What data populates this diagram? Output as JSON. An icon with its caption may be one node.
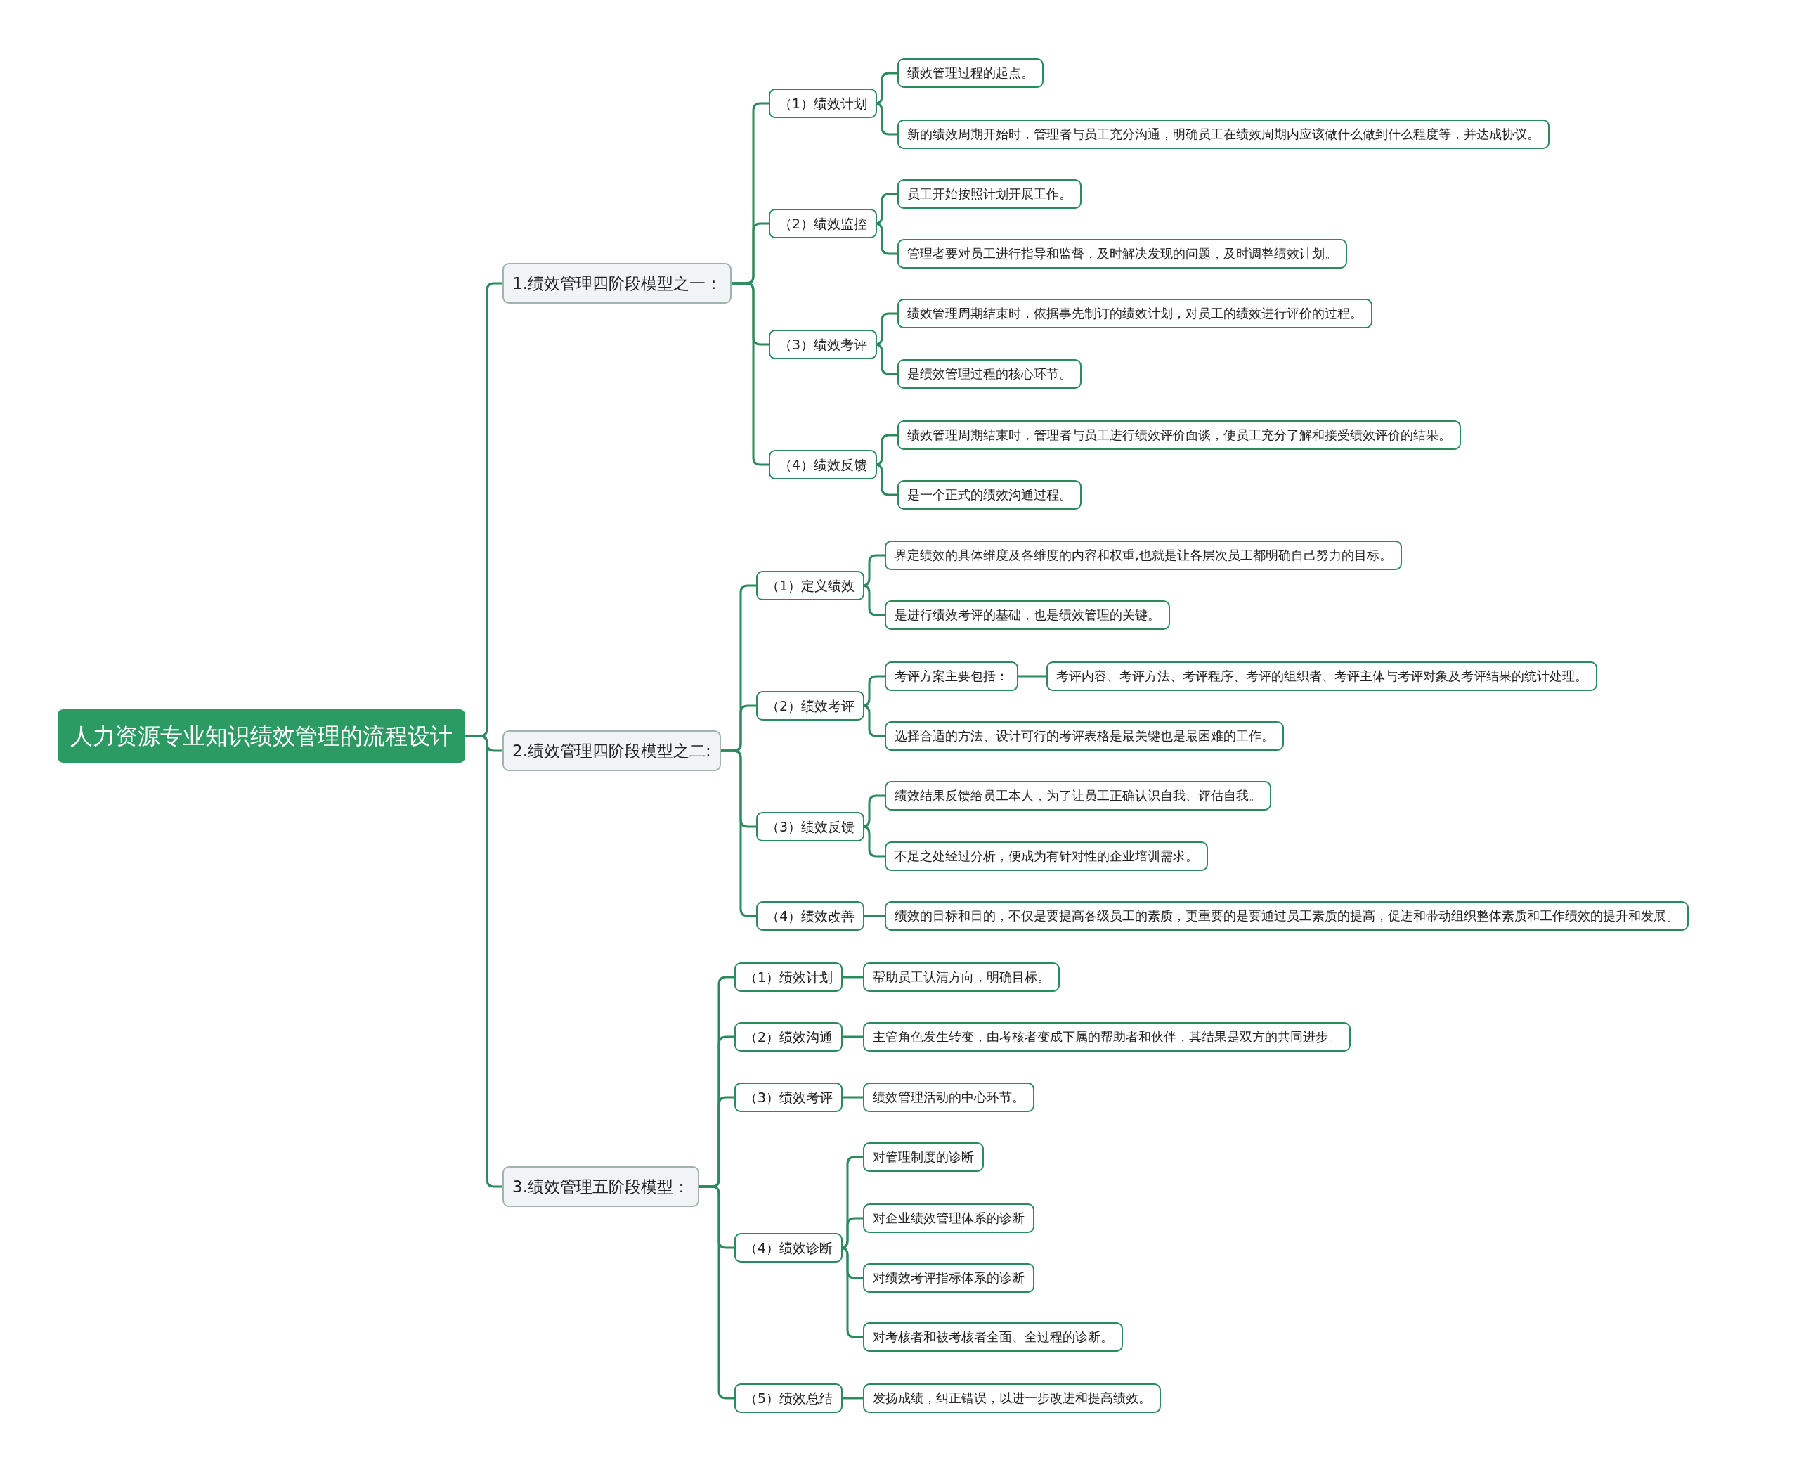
{
  "diagram": {
    "nodes": [
      {
        "text": [
          "人力资源专业知识绩效管理的流程设计"
        ]
      },
      {
        "text": [
          "1.绩效管理四阶段模型之一："
        ]
      },
      {
        "text": [
          "（1）绩效计划"
        ]
      },
      {
        "text": [
          "绩效管理过程的起点。"
        ]
      },
      {
        "text": [
          "新的绩效周期开始时，管理者与员工充分沟通，明确员工在绩效周期内应该做什么做到什么程度等，并达成协议。"
        ]
      },
      {
        "text": [
          "（2）绩效监控"
        ]
      },
      {
        "text": [
          "员工开始按照计划开展工作。"
        ]
      },
      {
        "text": [
          "管理者要对员工进行指导和监督，及时解决发现的问题，及时调整绩效计划。"
        ]
      },
      {
        "text": [
          "（3）绩效考评"
        ]
      },
      {
        "text": [
          "绩效管理周期结束时，依据事先制订的绩效计划，对员工的绩效进行评价的过程。"
        ]
      },
      {
        "text": [
          "是绩效管理过程的核心环节。"
        ]
      },
      {
        "text": [
          "（4）绩效反馈"
        ]
      },
      {
        "text": [
          "绩效管理周期结束时，管理者与员工进行绩效评价面谈，使员工充分了解和接受绩效评价的结果。"
        ]
      },
      {
        "text": [
          "是一个正式的绩效沟通过程。"
        ]
      },
      {
        "text": [
          "2.绩效管理四阶段模型之二:"
        ]
      },
      {
        "text": [
          "（1）定义绩效"
        ]
      },
      {
        "text": [
          "界定绩效的具体维度及各维度的内容和权重,也就是让各层次员工都明确自己努力的目标。"
        ]
      },
      {
        "text": [
          "是进行绩效考评的基础，也是绩效管理的关键。"
        ]
      },
      {
        "text": [
          "（2）绩效考评"
        ]
      },
      {
        "text": [
          "考评方案主要包括："
        ]
      },
      {
        "text": [
          "考评内容、考评方法、考评程序、考评的组织者、考评主体与考评对象及考评结果的统计处理。"
        ]
      },
      {
        "text": [
          "选择合适的方法、设计可行的考评表格是最关键也是最困难的工作。"
        ]
      },
      {
        "text": [
          "（3）绩效反馈"
        ]
      },
      {
        "text": [
          "绩效结果反馈给员工本人，为了让员工正确认识自我、评估自我。"
        ]
      },
      {
        "text": [
          "不足之处经过分析，便成为有针对性的企业培训需求。"
        ]
      },
      {
        "text": [
          "（4）绩效改善"
        ]
      },
      {
        "text": [
          "绩效的目标和目的，不仅是要提高各级员工的素质，更重要的是要通过员工素质的提高，促进和带动组织整体素质和工作绩效的提升和发展。"
        ]
      },
      {
        "text": [
          "3.绩效管理五阶段模型："
        ]
      },
      {
        "text": [
          "（1）绩效计划"
        ]
      },
      {
        "text": [
          "帮助员工认清方向，明确目标。"
        ]
      },
      {
        "text": [
          "（2）绩效沟通"
        ]
      },
      {
        "text": [
          "主管角色发生转变，由考核者变成下属的帮助者和伙伴，其结果是双方的共同进步。"
        ]
      },
      {
        "text": [
          "（3）绩效考评"
        ]
      },
      {
        "text": [
          "绩效管理活动的中心环节。"
        ]
      },
      {
        "text": [
          "（4）绩效诊断"
        ]
      },
      {
        "text": [
          "对管理制度的诊断"
        ]
      },
      {
        "text": [
          "对企业绩效管理体系的诊断"
        ]
      },
      {
        "text": [
          "对绩效考评指标体系的诊断"
        ]
      },
      {
        "text": [
          "对考核者和被考核者全面、全过程的诊断。"
        ]
      },
      {
        "text": [
          "（5）绩效总结"
        ]
      },
      {
        "text": [
          "发扬成绩，纠正错误，以进一步改进和提高绩效。"
        ]
      }
    ],
    "edges": [
      {
        "from": 0,
        "to": 1,
        "arrow": "none"
      },
      {
        "from": 1,
        "to": 2,
        "arrow": "none"
      },
      {
        "from": 2,
        "to": 3,
        "arrow": "none"
      },
      {
        "from": 2,
        "to": 4,
        "arrow": "none"
      },
      {
        "from": 1,
        "to": 5,
        "arrow": "none"
      },
      {
        "from": 5,
        "to": 6,
        "arrow": "none"
      },
      {
        "from": 5,
        "to": 7,
        "arrow": "none"
      },
      {
        "from": 1,
        "to": 8,
        "arrow": "none"
      },
      {
        "from": 8,
        "to": 9,
        "arrow": "none"
      },
      {
        "from": 8,
        "to": 10,
        "arrow": "none"
      },
      {
        "from": 1,
        "to": 11,
        "arrow": "none"
      },
      {
        "from": 11,
        "to": 12,
        "arrow": "none"
      },
      {
        "from": 11,
        "to": 13,
        "arrow": "none"
      },
      {
        "from": 0,
        "to": 14,
        "arrow": "none"
      },
      {
        "from": 14,
        "to": 15,
        "arrow": "none"
      },
      {
        "from": 15,
        "to": 16,
        "arrow": "none"
      },
      {
        "from": 15,
        "to": 17,
        "arrow": "none"
      },
      {
        "from": 14,
        "to": 18,
        "arrow": "none"
      },
      {
        "from": 18,
        "to": 19,
        "arrow": "none"
      },
      {
        "from": 19,
        "to": 20,
        "arrow": "none"
      },
      {
        "from": 18,
        "to": 21,
        "arrow": "none"
      },
      {
        "from": 14,
        "to": 22,
        "arrow": "none"
      },
      {
        "from": 22,
        "to": 23,
        "arrow": "none"
      },
      {
        "from": 22,
        "to": 24,
        "arrow": "none"
      },
      {
        "from": 14,
        "to": 25,
        "arrow": "none"
      },
      {
        "from": 25,
        "to": 26,
        "arrow": "none"
      },
      {
        "from": 0,
        "to": 27,
        "arrow": "none"
      },
      {
        "from": 27,
        "to": 28,
        "arrow": "none"
      },
      {
        "from": 28,
        "to": 29,
        "arrow": "none"
      },
      {
        "from": 27,
        "to": 30,
        "arrow": "none"
      },
      {
        "from": 30,
        "to": 31,
        "arrow": "none"
      },
      {
        "from": 27,
        "to": 32,
        "arrow": "none"
      },
      {
        "from": 32,
        "to": 33,
        "arrow": "none"
      },
      {
        "from": 27,
        "to": 34,
        "arrow": "none"
      },
      {
        "from": 34,
        "to": 35,
        "arrow": "none"
      },
      {
        "from": 34,
        "to": 36,
        "arrow": "none"
      },
      {
        "from": 34,
        "to": 37,
        "arrow": "none"
      },
      {
        "from": 34,
        "to": 38,
        "arrow": "none"
      },
      {
        "from": 27,
        "to": 39,
        "arrow": "none"
      },
      {
        "from": 39,
        "to": 40,
        "arrow": "none"
      }
    ]
  }
}
